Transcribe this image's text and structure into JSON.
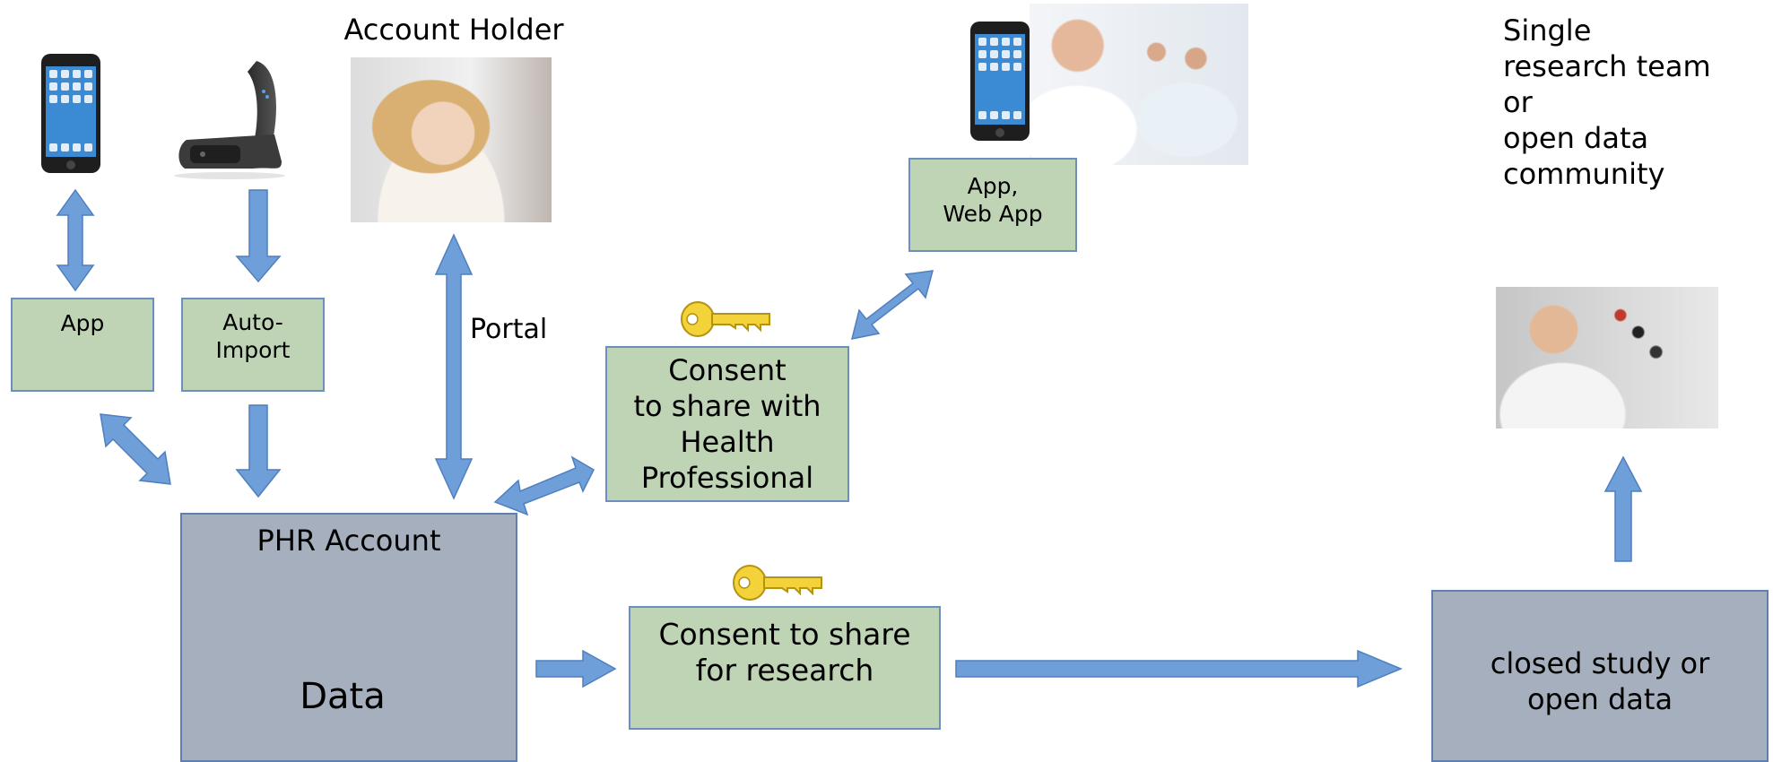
{
  "labels": {
    "account_holder": "Account Holder",
    "portal": "Portal",
    "research_audience": "Single\nresearch team\nor\nopen data\ncommunity"
  },
  "boxes": {
    "app": "App",
    "auto_import": "Auto-\nImport",
    "app_web_app": "App,\nWeb App",
    "consent_health": "Consent\nto share with\nHealth\nProfessional",
    "consent_research": "Consent to share\nfor research",
    "phr_account": "PHR Account",
    "data": "Data",
    "closed_study": "closed study or\nopen data"
  },
  "colors": {
    "arrow": "#6f9fd8",
    "green_box": "#bfd3b5",
    "grey_box": "#a5afbd",
    "data_cylinder": "#a8f5c8",
    "key": "#f3d23a"
  },
  "icons": [
    "smartphone-icon",
    "fitness-band-icon",
    "key-icon",
    "database-icon"
  ]
}
